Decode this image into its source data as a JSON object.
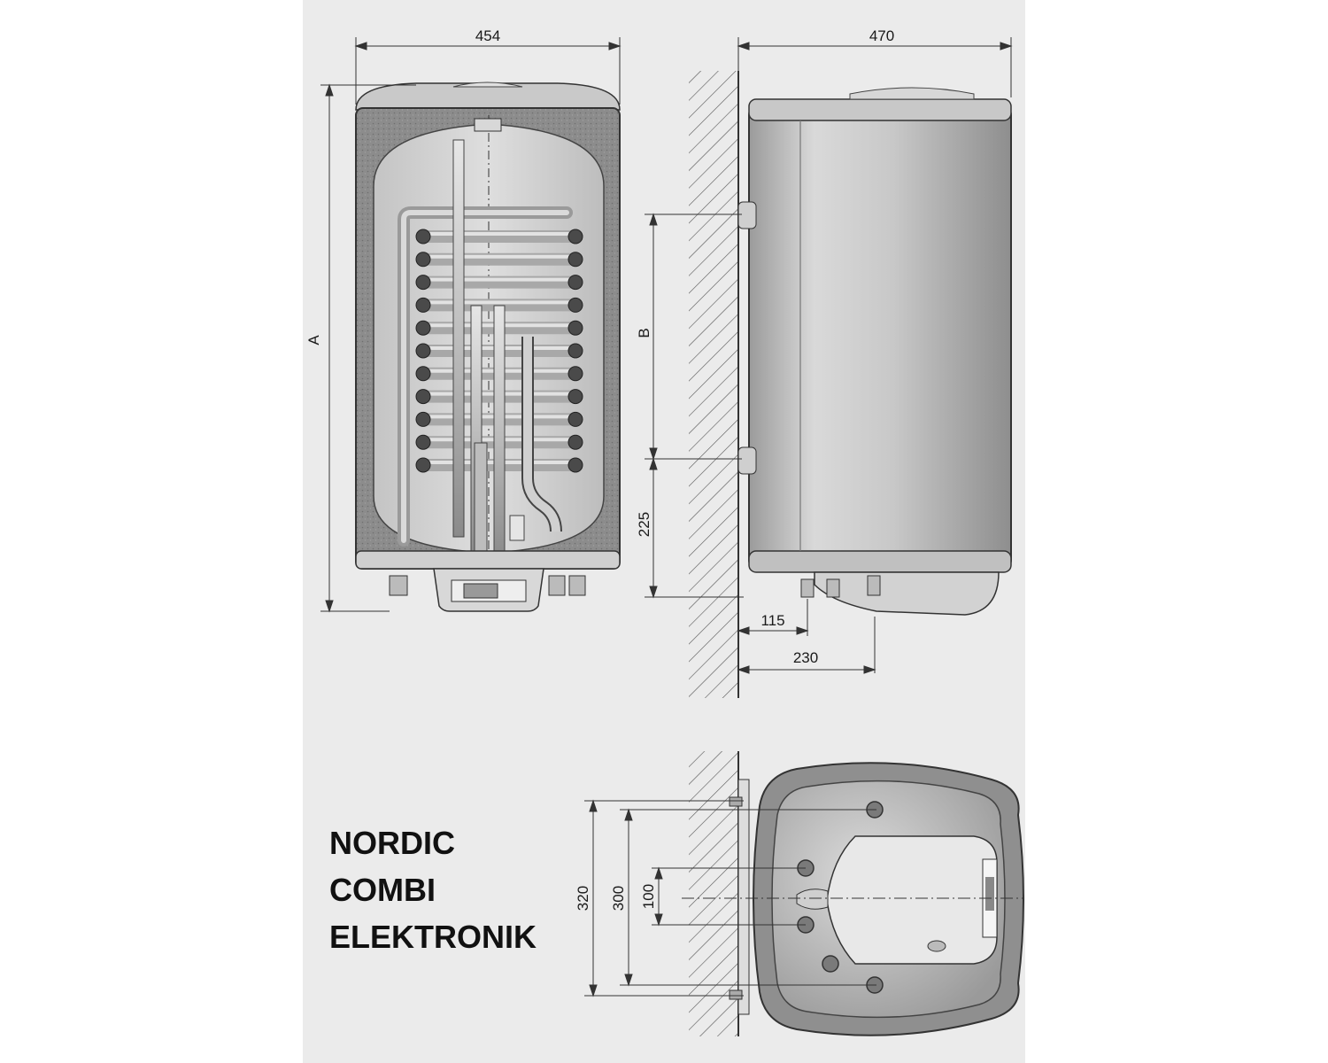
{
  "title_lines": [
    "NORDIC",
    "COMBI",
    "ELEKTRONIK"
  ],
  "dimensions": {
    "front_width": "454",
    "side_depth": "470",
    "height": "A",
    "bracket_spacing": "B",
    "bottom_to_bracket": "225",
    "wall_to_inlet": "115",
    "wall_to_outlet": "230",
    "top_view_outer": "320",
    "top_view_inner": "300",
    "top_view_center": "100"
  }
}
